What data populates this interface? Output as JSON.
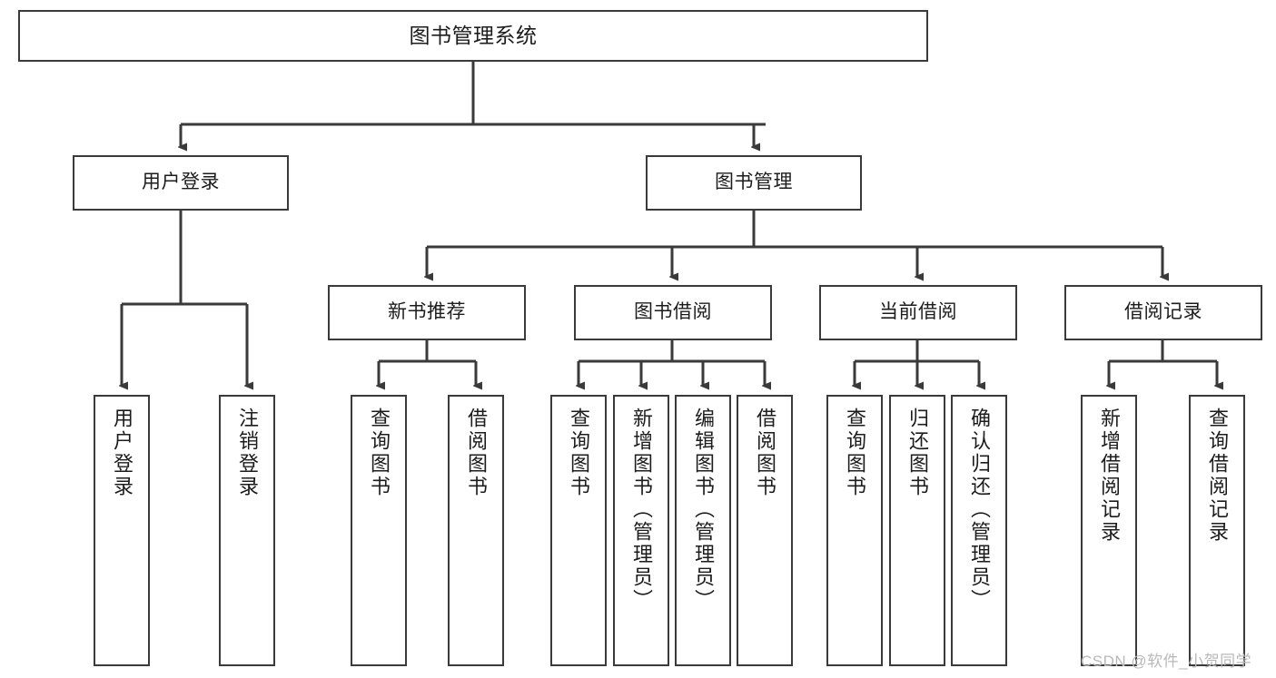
{
  "diagram": {
    "type": "tree-hierarchy",
    "title": "图书管理系统",
    "orientation": "top-down",
    "colors": {
      "box_border": "#3a3a3a",
      "box_fill": "#ffffff",
      "edge": "#3a3a3a",
      "text": "#1c1c1c",
      "watermark": "#b9b9b9",
      "background": "#ffffff"
    },
    "levels": {
      "root": {
        "label": "图书管理系统"
      },
      "level1": [
        {
          "label": "用户登录"
        },
        {
          "label": "图书管理"
        }
      ],
      "level2": [
        {
          "label": "新书推荐"
        },
        {
          "label": "图书借阅"
        },
        {
          "label": "当前借阅"
        },
        {
          "label": "借阅记录"
        }
      ],
      "leaves": {
        "user_login": [
          {
            "label": "用户登录"
          },
          {
            "label": "注销登录"
          }
        ],
        "new_book_recommend": [
          {
            "label": "查询图书"
          },
          {
            "label": "借阅图书"
          }
        ],
        "book_borrow": [
          {
            "label": "查询图书"
          },
          {
            "label": "新增图书（管理员）"
          },
          {
            "label": "编辑图书（管理员）"
          },
          {
            "label": "借阅图书"
          }
        ],
        "current_borrow": [
          {
            "label": "查询图书"
          },
          {
            "label": "归还图书"
          },
          {
            "label": "确认归还（管理员）"
          }
        ],
        "borrow_record": [
          {
            "label": "新增借阅记录"
          },
          {
            "label": "查询借阅记录"
          }
        ]
      }
    }
  },
  "watermark": {
    "text": "CSDN @软件_小贺同学"
  }
}
